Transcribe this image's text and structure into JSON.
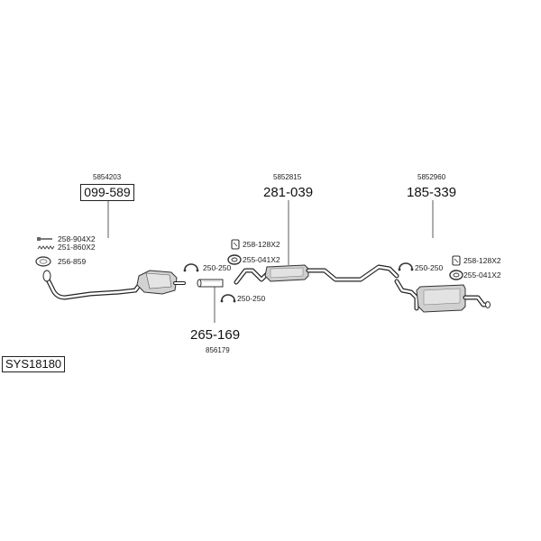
{
  "diagram": {
    "system_code": "SYS18180",
    "assemblies": [
      {
        "part": "099-589",
        "oe": "5854203"
      },
      {
        "part": "281-039",
        "oe": "5852815"
      },
      {
        "part": "185-339",
        "oe": "5852960"
      },
      {
        "part": "265-169",
        "oe": "856179"
      }
    ],
    "fittings": {
      "f_258_904": "258-904X2",
      "f_251_860": "251-860X2",
      "f_256_859": "256-859",
      "f_258_128a": "258-128X2",
      "f_255_041a": "255-041X2",
      "f_250_250a": "250-250",
      "f_250_250b": "250-250",
      "f_250_250c": "250-250",
      "f_258_128b": "258-128X2",
      "f_255_041b": "255-041X2"
    }
  }
}
